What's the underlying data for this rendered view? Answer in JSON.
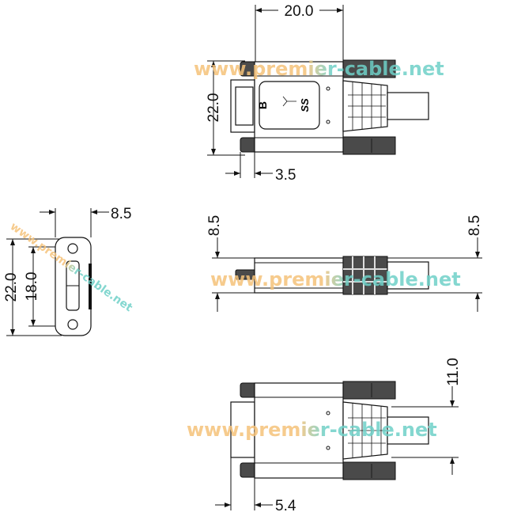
{
  "dimensions": {
    "top_width": "20.0",
    "top_height": "22.0",
    "top_offset": "3.5",
    "left_depth": "8.5",
    "left_outer_height": "22.0",
    "left_inner_height": "18.0",
    "mid_left_height": "8.5",
    "mid_right_height": "8.5",
    "bottom_height": "11.0",
    "bottom_offset": "5.4"
  },
  "connector_label": {
    "letter": "B",
    "logo": "SS"
  },
  "watermark": "www.premier-cable.net",
  "colors": {
    "line": "#111111",
    "dark_fill": "#4a4a4a",
    "watermark_orange": "#f5c27a",
    "watermark_teal": "#6fd1c8"
  }
}
